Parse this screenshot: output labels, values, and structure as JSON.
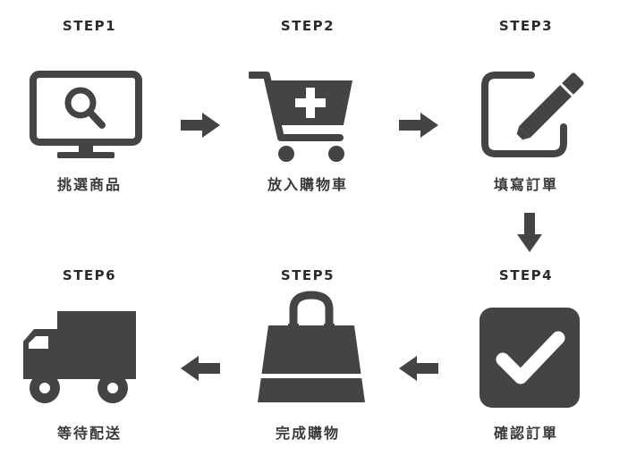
{
  "steps": [
    {
      "label": "STEP1",
      "name": "挑選商品",
      "icon": "monitor-search-icon"
    },
    {
      "label": "STEP2",
      "name": "放入購物車",
      "icon": "cart-add-icon"
    },
    {
      "label": "STEP3",
      "name": "填寫訂單",
      "icon": "edit-pencil-icon"
    },
    {
      "label": "STEP4",
      "name": "確認訂單",
      "icon": "checkbox-check-icon"
    },
    {
      "label": "STEP5",
      "name": "完成購物",
      "icon": "shopping-bag-icon"
    },
    {
      "label": "STEP6",
      "name": "等待配送",
      "icon": "delivery-truck-icon"
    }
  ],
  "colors": {
    "icon": "#444444",
    "text": "#2b2b2b",
    "background": "#ffffff"
  }
}
